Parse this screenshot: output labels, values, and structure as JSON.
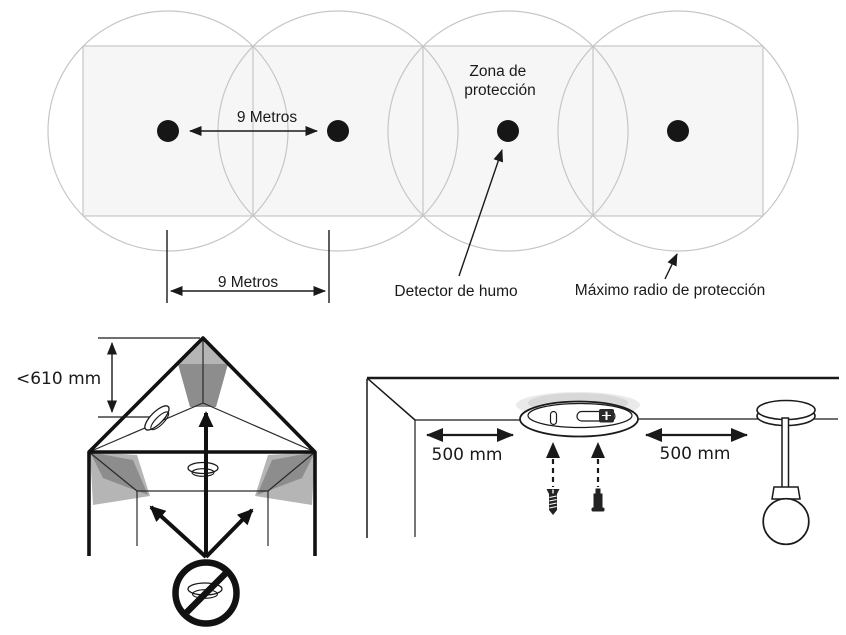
{
  "colors": {
    "background": "#ffffff",
    "line": "#1a1a1a",
    "zone_square_fill": "#f6f6f6",
    "zone_square_stroke": "#bcbcbc",
    "circle_stroke": "#c6c6c6",
    "dead_zone_light": "#b5b5b5",
    "dead_zone_dark": "#8d8d8d"
  },
  "coverage_diagram": {
    "detector_count": 4,
    "top_spacing_label": "9 Metros",
    "bottom_spacing_label": "9 Metros",
    "zone_label": [
      "Zona de",
      "protección"
    ],
    "detector_label": "Detector de humo",
    "max_radius_label": "Máximo radio de protección"
  },
  "roof_diagram": {
    "clearance_label": "<610 mm"
  },
  "mounting_diagram": {
    "left_distance_label": "500 mm",
    "right_distance_label": "500 mm"
  }
}
